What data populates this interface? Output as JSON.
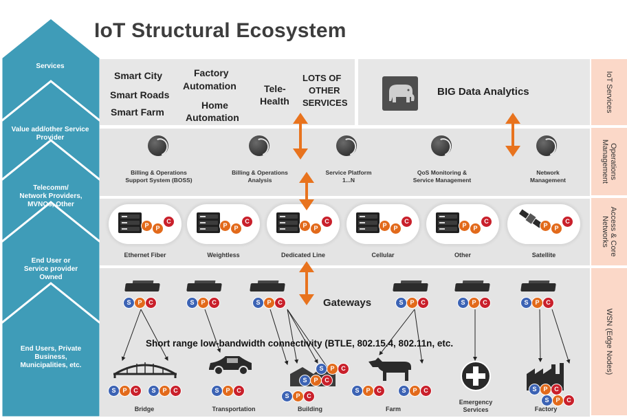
{
  "title": "IoT Structural Ecosystem",
  "left_hierarchy": [
    "Services",
    "Value add/other Service Provider",
    "Telecomm/ Network Providers, MVNOs, Other",
    "End User or Service provider Owned",
    "End Users, Private Business, Municipalities, etc."
  ],
  "right_layers": [
    "IoT Services",
    "Operations Management",
    "Access & Core Networks",
    "WSN (Edge Nodes)"
  ],
  "services": {
    "smart_city": "Smart City",
    "smart_roads": "Smart Roads",
    "smart_farm": "Smart Farm",
    "factory_automation_1": "Factory",
    "factory_automation_2": "Automation",
    "home_automation_1": "Home",
    "home_automation_2": "Automation",
    "tele_health_1": "Tele-",
    "tele_health_2": "Health",
    "lots_1": "LOTS OF",
    "lots_2": "OTHER",
    "lots_3": "SERVICES",
    "big_data": "BIG Data Analytics"
  },
  "operations": [
    {
      "line1": "Billing & Operations",
      "line2": "Support System (BOSS)"
    },
    {
      "line1": "Billing & Operations",
      "line2": "Analysis"
    },
    {
      "line1": "Service Platform",
      "line2": "1...N"
    },
    {
      "line1": "QoS Monitoring &",
      "line2": "Service Management"
    },
    {
      "line1": "Network",
      "line2": "Management"
    }
  ],
  "networks": [
    "Ethernet Fiber",
    "Weightless",
    "Dedicated Line",
    "Cellular",
    "Other",
    "Satellite"
  ],
  "spc": {
    "s": "S",
    "p": "P",
    "c": "C"
  },
  "gateways_label": "Gateways",
  "short_range": "Short range low-bandwidth connectivity (BTLE, 802.15.4, 802.11n, etc.",
  "endpoints": [
    {
      "line1": "Bridge",
      "line2": ""
    },
    {
      "line1": "Transportation",
      "line2": ""
    },
    {
      "line1": "Building",
      "line2": ""
    },
    {
      "line1": "Farm",
      "line2": ""
    },
    {
      "line1": "Emergency",
      "line2": "Services"
    },
    {
      "line1": "Factory",
      "line2": ""
    }
  ],
  "colors": {
    "left_arrow": "#3f9cb8",
    "band": "#e4e4e4",
    "right_label": "#fbd8c8",
    "arrow_orange": "#e8731e",
    "spc_s": "#3c63b4",
    "spc_p": "#e26a1b",
    "spc_c": "#c9202b"
  }
}
